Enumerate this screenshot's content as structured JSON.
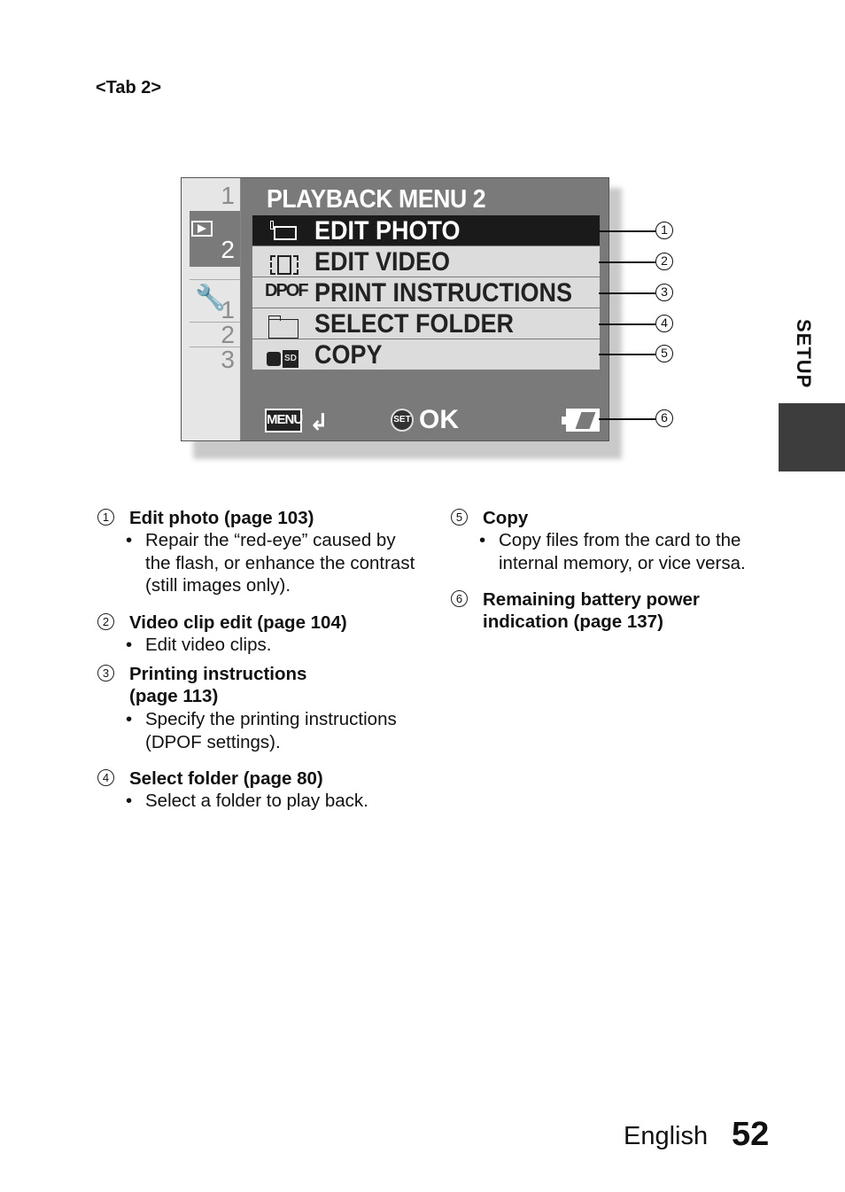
{
  "tab_heading": "<Tab 2>",
  "side_tab": "SETUP",
  "screen": {
    "title": "PLAYBACK MENU 2",
    "tabs": {
      "play_tab_number": "2",
      "top_number": "1",
      "setup_numbers": [
        "1",
        "2",
        "3"
      ]
    },
    "menu_items": [
      {
        "label": "EDIT PHOTO",
        "icon": "edit-photo-icon",
        "selected": true
      },
      {
        "label": "EDIT VIDEO",
        "icon": "edit-video-icon",
        "selected": false
      },
      {
        "label": "PRINT INSTRUCTIONS",
        "icon": "dpof-icon",
        "icon_text": "DPOF",
        "selected": false
      },
      {
        "label": "SELECT FOLDER",
        "icon": "folder-icon",
        "selected": false
      },
      {
        "label": "COPY",
        "icon": "copy-icon",
        "icon_text": "SD",
        "selected": false
      }
    ],
    "bottom": {
      "menu_key": "MENU",
      "set_key": "SET",
      "ok_label": "OK",
      "battery_icon": "battery-icon"
    }
  },
  "callouts": [
    "1",
    "2",
    "3",
    "4",
    "5",
    "6"
  ],
  "descriptions": [
    {
      "num": "1",
      "heading": "Edit photo (page 103)",
      "bullets": [
        "Repair the “red-eye” caused by the flash, or enhance the contrast (still images only)."
      ]
    },
    {
      "num": "2",
      "heading": "Video clip edit (page 104)",
      "bullets": [
        "Edit video clips."
      ]
    },
    {
      "num": "3",
      "heading": "Printing instructions (page 113)",
      "bullets": [
        "Specify the printing instructions (DPOF settings)."
      ]
    },
    {
      "num": "4",
      "heading": "Select folder (page 80)",
      "bullets": [
        "Select a folder to play back."
      ]
    },
    {
      "num": "5",
      "heading": "Copy",
      "bullets": [
        "Copy files from the card to the internal memory, or vice versa."
      ]
    },
    {
      "num": "6",
      "heading": "Remaining battery power indication (page 137)",
      "bullets": []
    }
  ],
  "footer": {
    "language": "English",
    "page_number": "52"
  }
}
